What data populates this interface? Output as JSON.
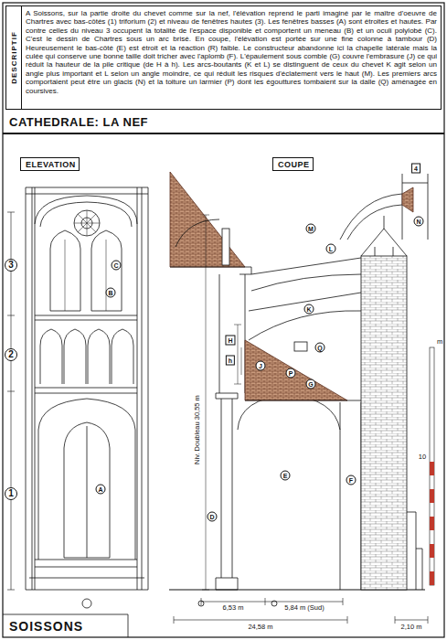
{
  "diagram": {
    "title": "CATHEDRALE: LA NEF",
    "caption": "SOISSONS",
    "nodes": [
      {
        "text": [
          "DESCRIPTIF",
          "A Soissons, sur la partie droite du chevet comme sur la nef, l'élévation reprend le parti imaginé par le maître d'oeuvre de Chartres avec bas-côtés (1) triforium (2) et niveau de fenêtres hautes (3). Les fenêtres basses (A) sont étroites et hautes. Par contre celles du niveau 3 occupent la totalité de l'espace disponible et comportent un meneau (B) et un oculi polylobé (C). C'est le dessin de Chartres sous un arc brisé. En coupe, l'élévation est portée sur une fine colonne à tambour (D) Heureusement le bas-côté (E) est étroit et la réaction (R) faible. Le constructeur abandonne ici la chapelle latérale mais la culée qui conserve une bonne taille doit tricher avec l'aplomb (F). L'épaulement sous comble (G) couvre l'embrasure (J) ce qui réduit la hauteur de la pile critique (de H à h). Les arcs-boutants (K et L) se distinguent de ceux du chevet K agit selon un angle plus important et L selon un angle moindre, ce qui réduit les risques d'éclatement vers le haut (M). Les premiers arcs comportaient peut être un glacis (N) et la toiture un larmier (P) dont les égouttures tombaient sur la dalle (Q) aménagée en coursives."
        ]
      },
      {
        "text": [
          "ELEVATION"
        ]
      },
      {
        "text": [
          "COUPE"
        ]
      }
    ],
    "labels": [
      "3",
      "2",
      "1",
      "C",
      "B",
      "A",
      "4",
      "N",
      "M",
      "L",
      "K",
      "h",
      "H",
      "P",
      "Q",
      "J",
      "G",
      "E",
      "F",
      "D",
      "Niv. Doubleau  30,55 m",
      "6,53 m",
      "5,84 m (Sud)",
      "24,58 m",
      "2,10 m",
      "m",
      "10"
    ]
  }
}
